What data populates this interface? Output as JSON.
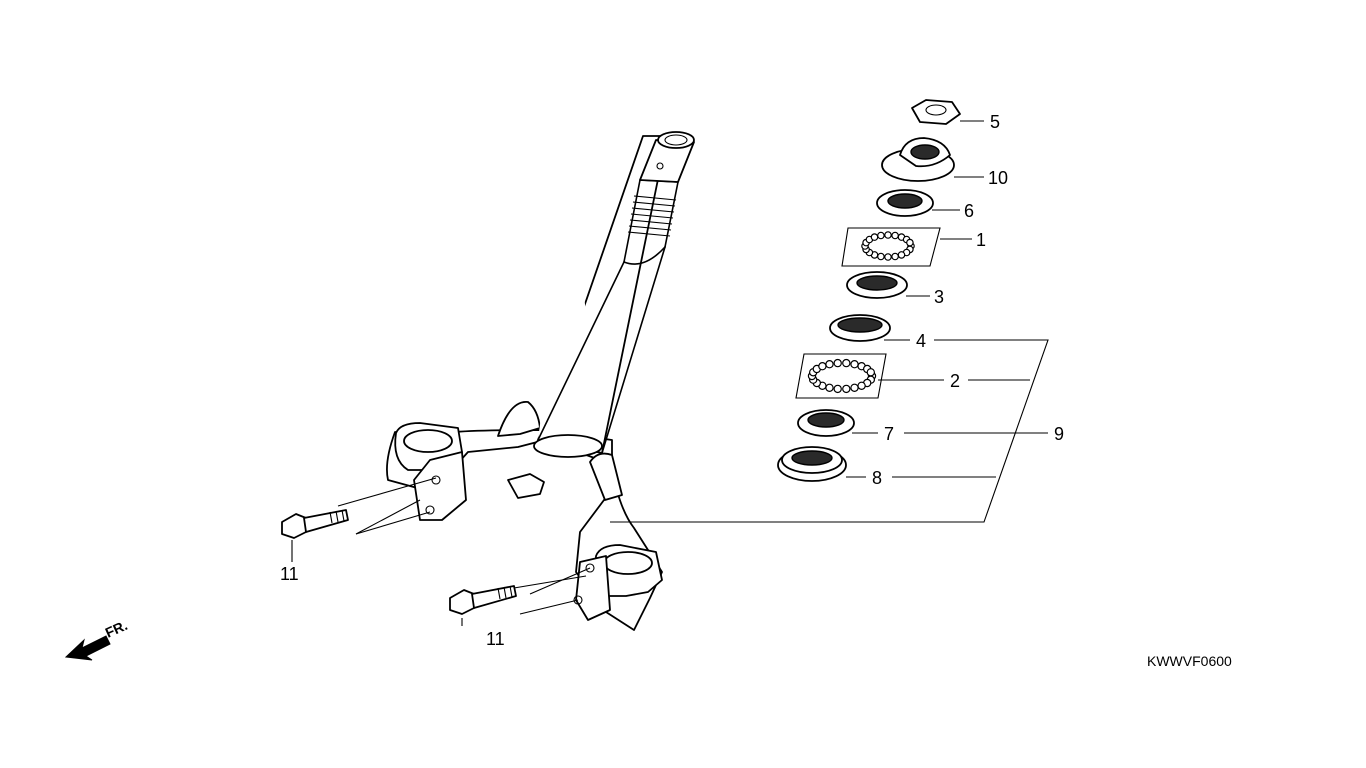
{
  "labels": {
    "p1": "1",
    "p2": "2",
    "p3": "3",
    "p4": "4",
    "p5": "5",
    "p6": "6",
    "p7": "7",
    "p8": "8",
    "p9": "9",
    "p10": "10",
    "p11_left": "11",
    "p11_right": "11"
  },
  "front_indicator": "FR.",
  "diagram_code": "KWWVF0600"
}
